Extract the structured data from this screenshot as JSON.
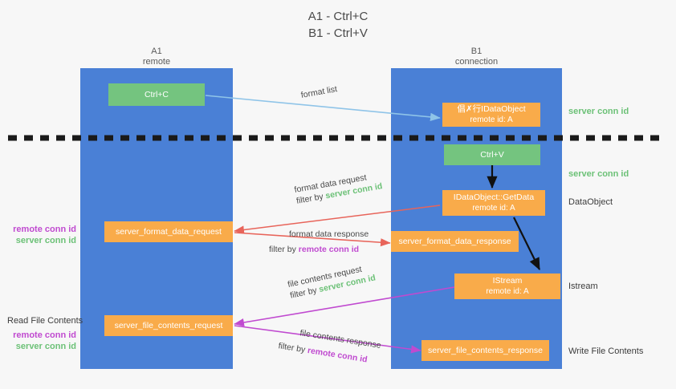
{
  "title": {
    "line1": "A1 - Ctrl+C",
    "line2": "B1 - Ctrl+V"
  },
  "columns": [
    {
      "name": "A1",
      "sub": "remote"
    },
    {
      "name": "B1",
      "sub": "connection"
    }
  ],
  "colors": {
    "lane": "#4a80d6",
    "green_box": "#74c47f",
    "orange_box": "#f9ab4a",
    "server_conn_id": "#6cc177",
    "remote_conn_id": "#c04ad0",
    "arrow_blue": "#8fc4e8",
    "arrow_red": "#e8645a",
    "arrow_magenta": "#c04ad0",
    "arrow_black": "#1a1a1a",
    "background": "#f7f7f7"
  },
  "boxes": {
    "ctrl_c": {
      "line1": "Ctrl+C"
    },
    "idataobject": {
      "line1": "倡✗行IDataObject",
      "line2": "remote id: A"
    },
    "ctrl_v": {
      "line1": "Ctrl+V"
    },
    "getdata": {
      "line1": "IDataObject::GetData",
      "line2": "remote id: A"
    },
    "format_data_request": {
      "line1": "server_format_data_request"
    },
    "format_data_response": {
      "line1": "server_format_data_response"
    },
    "istream": {
      "line1": "IStream",
      "line2": "remote id: A"
    },
    "file_contents_request": {
      "line1": "server_file_contents_request"
    },
    "file_contents_response": {
      "line1": "server_file_contents_response"
    }
  },
  "arrow_labels": {
    "format_list": "format list",
    "format_data_request": {
      "line1": "format data request",
      "prefix": "filter by ",
      "token": "server conn id"
    },
    "format_data_response": {
      "line1": "format data response",
      "prefix": "filter by ",
      "token": "remote conn id"
    },
    "file_contents_request": {
      "line1": "file contents request",
      "prefix": "filter by ",
      "token": "server conn id"
    },
    "file_contents_response": {
      "line1": "file contents response",
      "prefix": "filter by ",
      "token": "remote conn id"
    }
  },
  "right_labels": {
    "server_conn_id_top": "server conn id",
    "server_conn_id_mid": "server conn id",
    "dataobject": "DataObject",
    "istream": "Istream",
    "write_file_contents": "Write File Contents"
  },
  "left_labels": {
    "remote_conn_id_upper": "remote conn id",
    "server_conn_id_upper": "server conn id",
    "read_file_contents": "Read File Contents",
    "remote_conn_id_lower": "remote conn id",
    "server_conn_id_lower": "server conn id"
  }
}
